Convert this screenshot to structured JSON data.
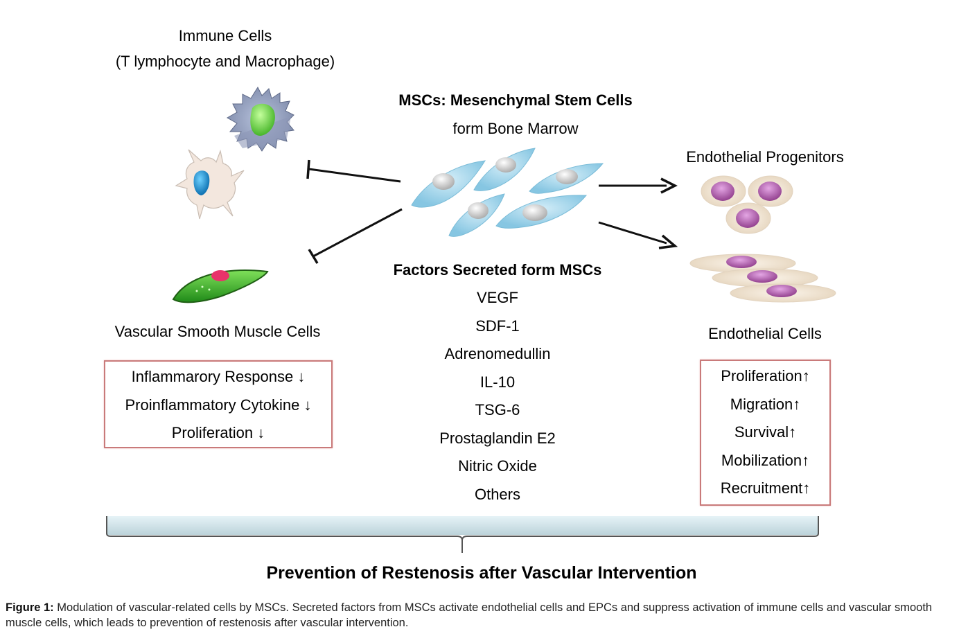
{
  "immune_cells": {
    "title": "Immune Cells",
    "subtitle": "(T lymphocyte and Macrophage)"
  },
  "mscs": {
    "title": "MSCs: Mesenchymal Stem Cells",
    "subtitle": "form Bone Marrow"
  },
  "endothelial_progenitors": {
    "title": "Endothelial Progenitors"
  },
  "vsmc": {
    "title": "Vascular Smooth Muscle Cells",
    "effects": [
      "Inflammarory Response ↓",
      "Proinflammatory Cytokine ↓",
      "Proliferation ↓"
    ]
  },
  "factors": {
    "title": "Factors Secreted form MSCs",
    "items": [
      "VEGF",
      "SDF-1",
      "Adrenomedullin",
      "IL-10",
      "TSG-6",
      "Prostaglandin E2",
      "Nitric Oxide",
      "Others"
    ]
  },
  "endothelial_cells": {
    "title": "Endothelial Cells",
    "effects": [
      "Proliferation↑",
      "Migration↑",
      "Survival↑",
      "Mobilization↑",
      "Recruitment↑"
    ]
  },
  "outcome": {
    "title": "Prevention of Restenosis after Vascular Intervention"
  },
  "caption": {
    "label": "Figure 1:",
    "text": " Modulation of vascular-related cells by MSCs. Secreted factors from MSCs activate endothelial cells and EPCs and suppress activation of immune cells and vascular smooth muscle cells, which leads to prevention of restenosis after vascular intervention."
  },
  "colors": {
    "box_border": "#c97a7a",
    "msc_cell": "#a9d8ec",
    "msc_nucleus": "#e6e6e6",
    "epc_cytoplasm": "#f5ebdc",
    "epc_nucleus": "#b05fb0",
    "macrophage": "#9aa6c4",
    "macrophage_nucleus": "#7fe04a",
    "t_cell": "#f3e7de",
    "t_cell_nucleus": "#1a8fd0",
    "smooth_muscle": "#3bb52a",
    "smooth_muscle_nucleus": "#e8336a",
    "brace": "#d3e6ec"
  }
}
